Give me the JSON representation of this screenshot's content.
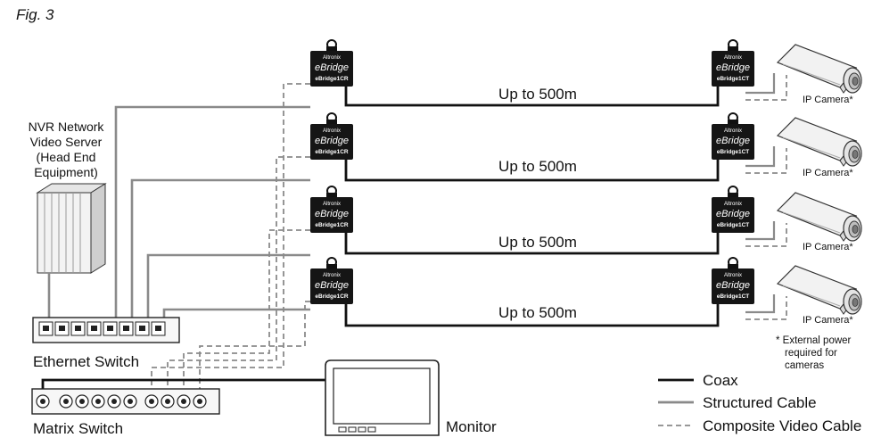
{
  "figure_label": "Fig. 3",
  "nvr": {
    "lines": [
      "NVR Network",
      "Video Server",
      "(Head End",
      "Equipment)"
    ]
  },
  "ethernet_switch_label": "Ethernet Switch",
  "matrix_switch_label": "Matrix Switch",
  "monitor_label": "Monitor",
  "links": [
    {
      "distance": "Up to 500m",
      "receiver": {
        "brand": "Altronix",
        "product": "eBridge",
        "model": "eBridge1CR"
      },
      "transmitter": {
        "brand": "Altronix",
        "product": "eBridge",
        "model": "eBridge1CT"
      },
      "camera_label": "IP Camera*"
    },
    {
      "distance": "Up to 500m",
      "receiver": {
        "brand": "Altronix",
        "product": "eBridge",
        "model": "eBridge1CR"
      },
      "transmitter": {
        "brand": "Altronix",
        "product": "eBridge",
        "model": "eBridge1CT"
      },
      "camera_label": "IP Camera*"
    },
    {
      "distance": "Up to 500m",
      "receiver": {
        "brand": "Altronix",
        "product": "eBridge",
        "model": "eBridge1CR"
      },
      "transmitter": {
        "brand": "Altronix",
        "product": "eBridge",
        "model": "eBridge1CT"
      },
      "camera_label": "IP Camera*"
    },
    {
      "distance": "Up to 500m",
      "receiver": {
        "brand": "Altronix",
        "product": "eBridge",
        "model": "eBridge1CR"
      },
      "transmitter": {
        "brand": "Altronix",
        "product": "eBridge",
        "model": "eBridge1CT"
      },
      "camera_label": "IP Camera*"
    }
  ],
  "footnote": {
    "lines": [
      "* External power",
      "required for",
      "cameras"
    ]
  },
  "legend": [
    {
      "label": "Coax",
      "style": "coax",
      "color": "#111111"
    },
    {
      "label": "Structured Cable",
      "style": "structured",
      "color": "#8a8a8a"
    },
    {
      "label": "Composite Video Cable",
      "style": "composite",
      "color": "#8a8a8a"
    }
  ]
}
